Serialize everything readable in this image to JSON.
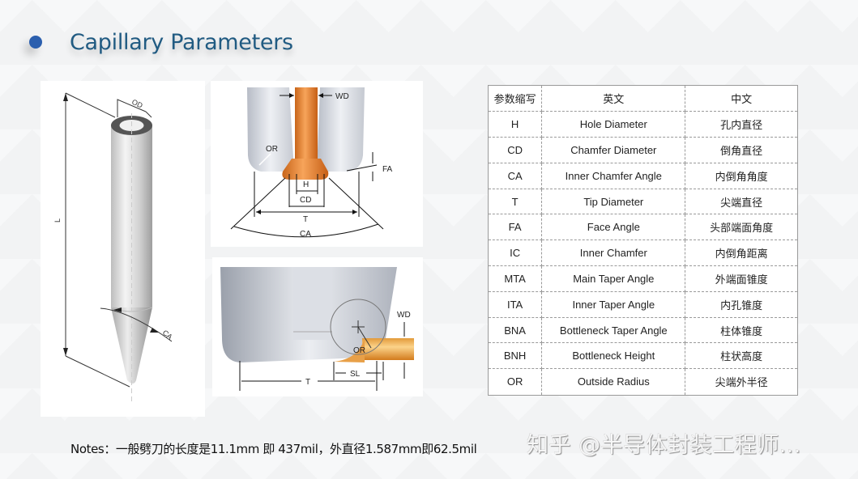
{
  "slide": {
    "title": "Capillary Parameters",
    "bullet_color": "#2b5fae",
    "title_color": "#215b82"
  },
  "figures": {
    "capillary_overall": {
      "labels": {
        "od": "OD",
        "length": "L",
        "angle": "CA"
      }
    },
    "tip_cross_section": {
      "labels": {
        "wd": "WD",
        "or": "OR",
        "fa": "FA",
        "h": "H",
        "cd": "CD",
        "t": "T",
        "ca": "CA"
      }
    },
    "tip_side_view": {
      "labels": {
        "wd": "WD",
        "or": "OR",
        "sl": "SL",
        "t": "T"
      }
    }
  },
  "table": {
    "headers": [
      "参数缩写",
      "英文",
      "中文"
    ],
    "rows": [
      {
        "abbr": "H",
        "en": "Hole Diameter",
        "zh": "孔内直径"
      },
      {
        "abbr": "CD",
        "en": "Chamfer Diameter",
        "zh": "倒角直径"
      },
      {
        "abbr": "CA",
        "en": "Inner Chamfer Angle",
        "zh": "内倒角角度"
      },
      {
        "abbr": "T",
        "en": "Tip Diameter",
        "zh": "尖端直径"
      },
      {
        "abbr": "FA",
        "en": "Face Angle",
        "zh": "头部端面角度"
      },
      {
        "abbr": "IC",
        "en": "Inner Chamfer",
        "zh": "内倒角距离"
      },
      {
        "abbr": "MTA",
        "en": "Main Taper Angle",
        "zh": "外端面锥度"
      },
      {
        "abbr": "ITA",
        "en": "Inner Taper Angle",
        "zh": "内孔锥度"
      },
      {
        "abbr": "BNA",
        "en": "Bottleneck Taper Angle",
        "zh": "柱体锥度"
      },
      {
        "abbr": "BNH",
        "en": "Bottleneck Height",
        "zh": "柱状高度"
      },
      {
        "abbr": "OR",
        "en": "Outside Radius",
        "zh": "尖端外半径"
      }
    ]
  },
  "notes": "Notes：一般劈刀的长度是11.1mm 即 437mil，外直径1.587mm即62.5mil",
  "watermark": "知乎 @半导体封装工程师..."
}
